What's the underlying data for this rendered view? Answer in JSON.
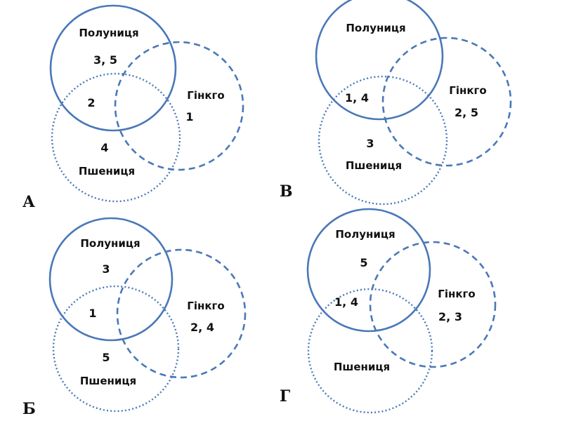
{
  "diagrams": [
    {
      "letter": "А",
      "set1": "Полуниця",
      "set2": "Гінкго",
      "set3": "Пшениця",
      "only1": "3, 5",
      "set1_and_3": "2",
      "only2": "1",
      "only3": "4"
    },
    {
      "letter": "В",
      "set1": "Полуниця",
      "set2": "Гінкго",
      "set3": "Пшениця",
      "set1_and_3": "1, 4",
      "only2": "2, 5",
      "only3": "3"
    },
    {
      "letter": "Б",
      "set1": "Полуниця",
      "set2": "Гінкго",
      "set3": "Пшениця",
      "only1": "3",
      "set1_and_3": "1",
      "only2": "2, 4",
      "only3": "5"
    },
    {
      "letter": "Г",
      "set1": "Полуниця",
      "set2": "Гінкго",
      "set3": "Пшениця",
      "only1": "5",
      "set1_and_3": "1, 4",
      "only2": "2, 3"
    }
  ],
  "colors": {
    "stroke": "#4a78b8"
  }
}
